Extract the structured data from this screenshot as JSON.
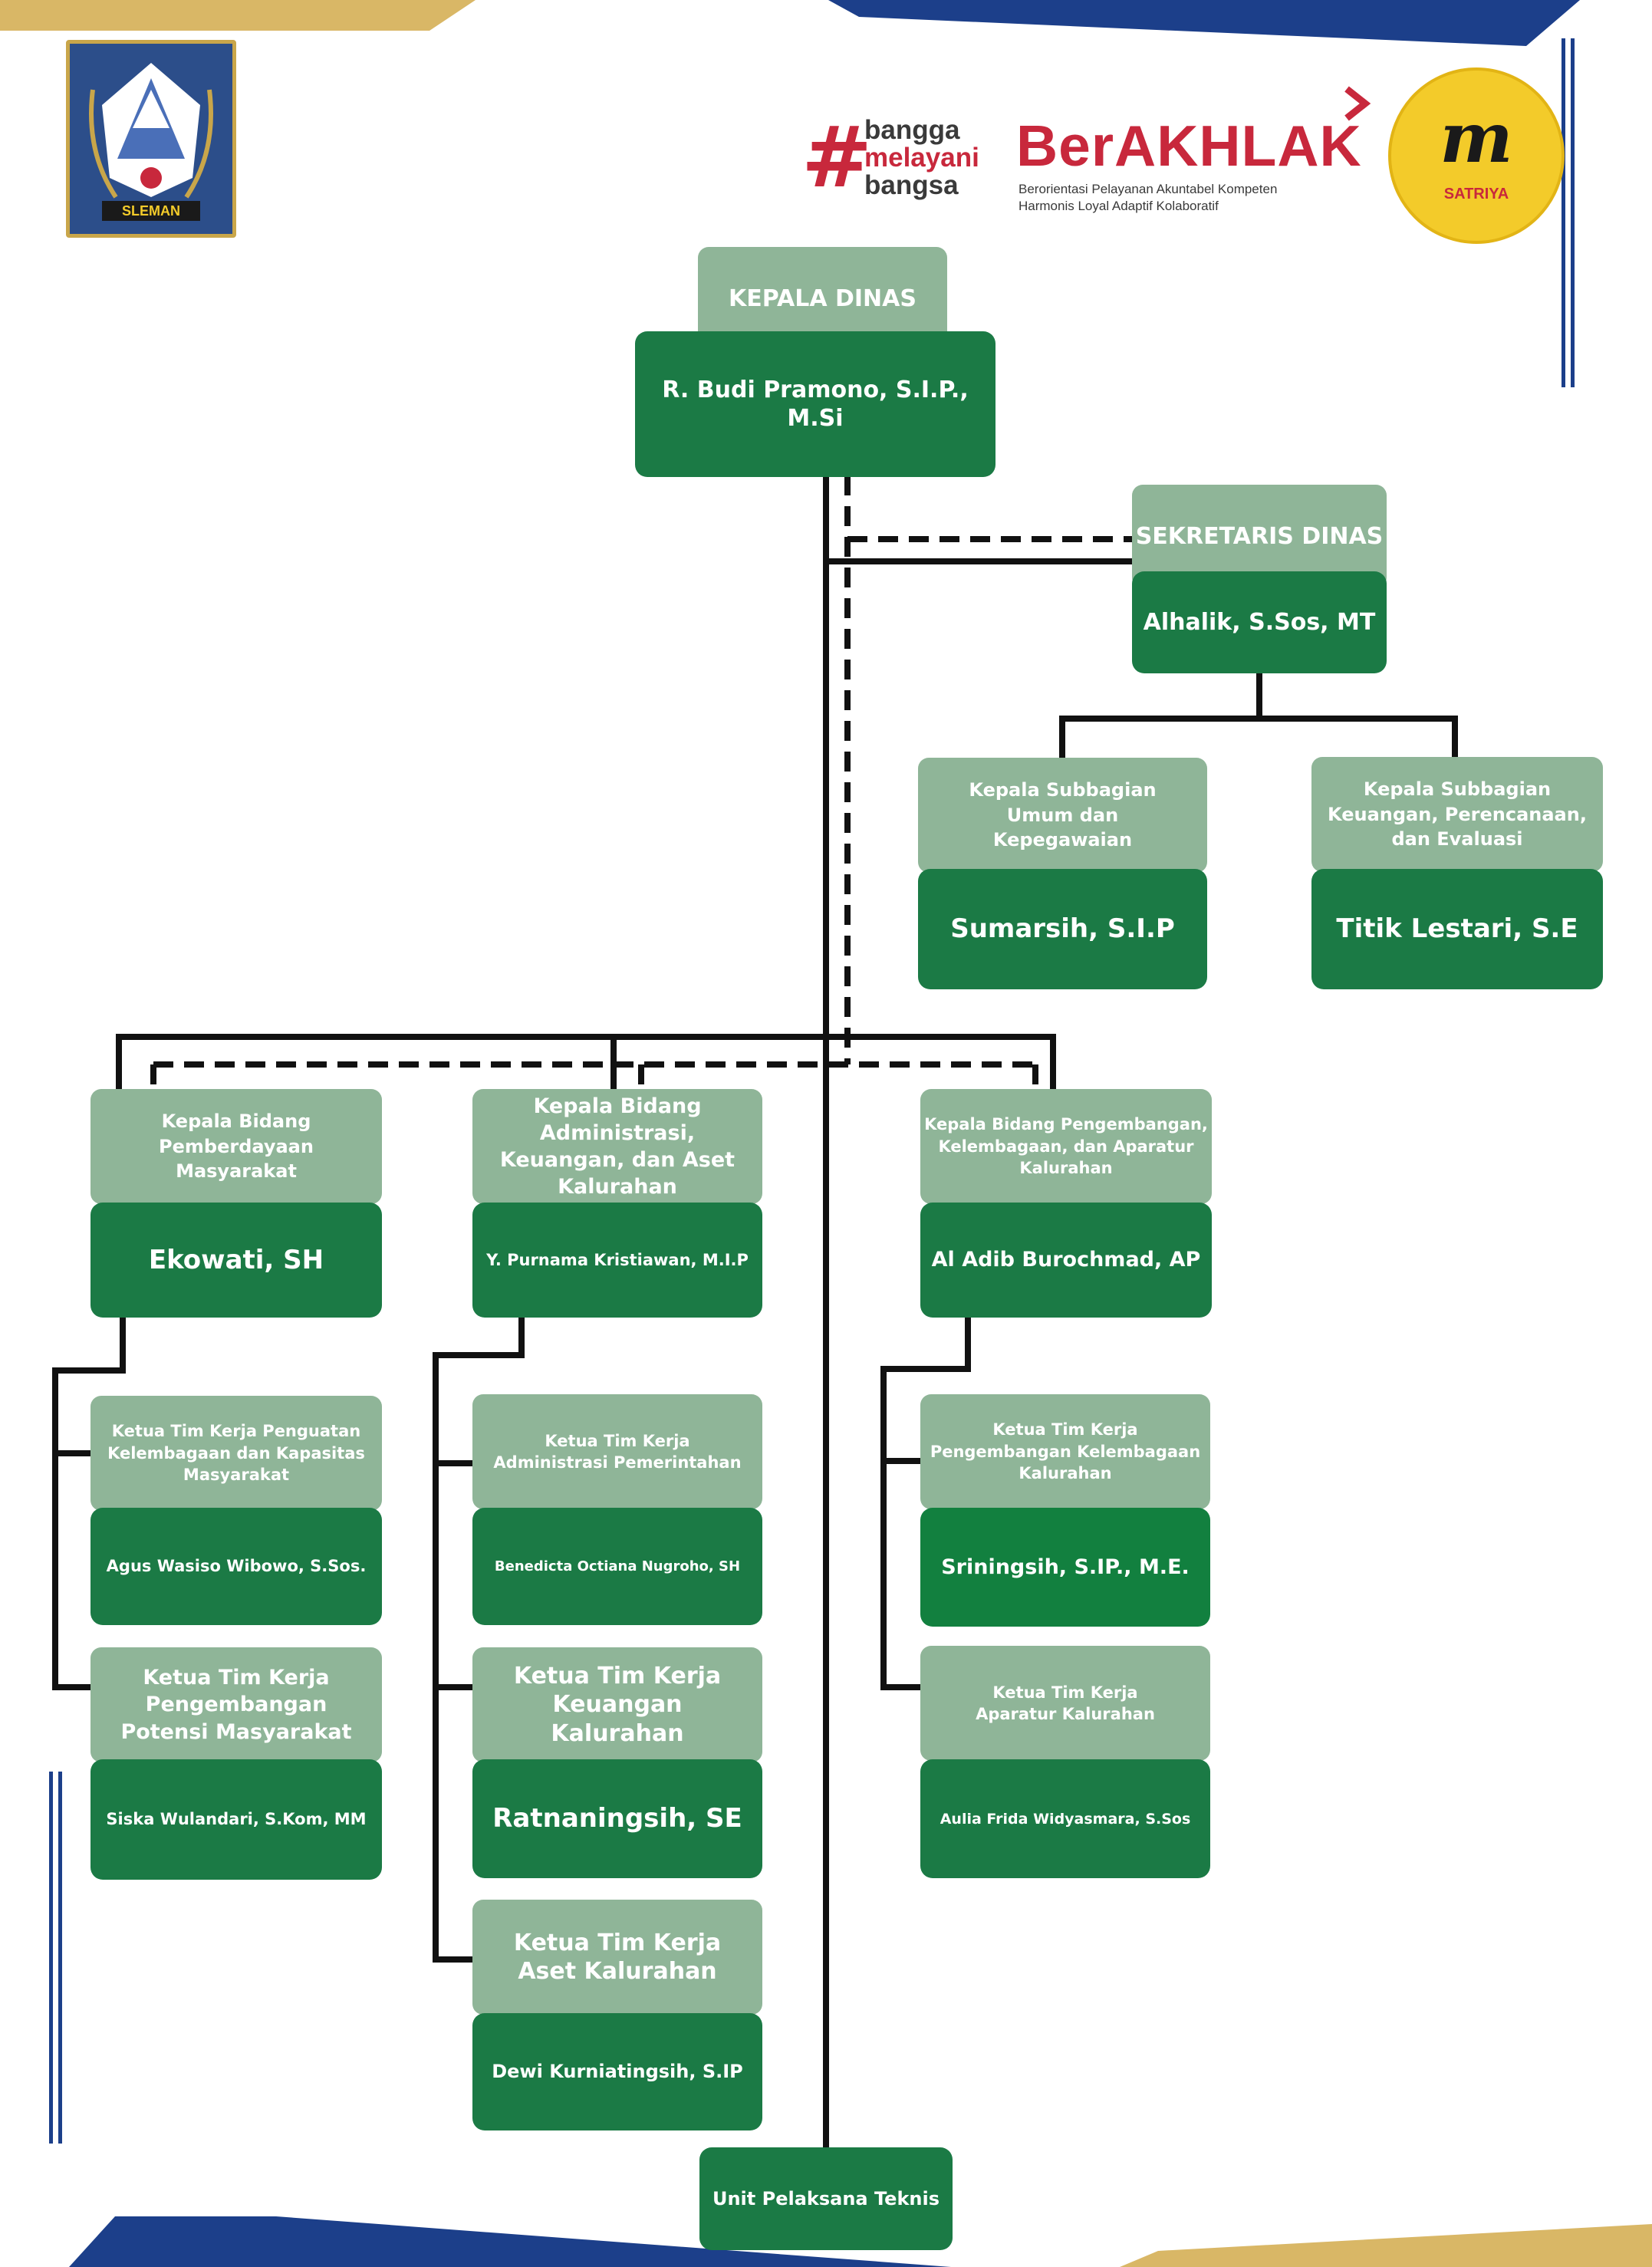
{
  "logos": {
    "sleman_label": "SLEMAN",
    "bangga_hash": "#",
    "bangga_line1": "bangga",
    "bangga_line2": "melayani",
    "bangga_line3": "bangsa",
    "berakhlak_title": "BerAKHLAK",
    "berakhlak_tagline_1": "Berorientasi Pelayanan Akuntabel Kompeten",
    "berakhlak_tagline_2": "Harmonis Loyal Adaptif Kolaboratif",
    "satriya_label": "SATRIYA"
  },
  "colors": {
    "title_box": "#8fb598",
    "name_box": "#1b7a45",
    "line": "#111111",
    "accent_navy": "#1c3f8a",
    "accent_gold": "#c9a64a"
  },
  "org": {
    "kepala": {
      "title": "KEPALA DINAS",
      "name": "R. Budi Pramono, S.I.P., M.Si"
    },
    "sekretaris": {
      "title": "SEKRETARIS DINAS",
      "name": "Alhalik, S.Sos, MT"
    },
    "subbag_umum": {
      "title": "Kepala Subbagian Umum dan Kepegawaian",
      "name": "Sumarsih, S.I.P"
    },
    "subbag_keuangan": {
      "title": "Kepala Subbagian Keuangan, Perencanaan, dan Evaluasi",
      "name": "Titik Lestari, S.E"
    },
    "bidang_pemberdayaan": {
      "title": "Kepala Bidang Pemberdayaan Masyarakat",
      "name": "Ekowati, SH"
    },
    "bidang_administrasi": {
      "title": "Kepala Bidang Administrasi, Keuangan, dan Aset Kalurahan",
      "name": "Y. Purnama Kristiawan, M.I.P"
    },
    "bidang_pengembangan": {
      "title": "Kepala Bidang Pengembangan, Kelembagaan, dan Aparatur Kalurahan",
      "name": "Al Adib Burochmad, AP"
    },
    "tim_penguatan": {
      "title": "Ketua Tim Kerja Penguatan Kelembagaan dan Kapasitas Masyarakat",
      "name": "Agus Wasiso Wibowo, S.Sos."
    },
    "tim_potensi": {
      "title": "Ketua Tim Kerja Pengembangan Potensi Masyarakat",
      "name": "Siska Wulandari, S.Kom, MM"
    },
    "tim_adm_pemerintahan": {
      "title": "Ketua Tim Kerja Administrasi Pemerintahan",
      "name": "Benedicta Octiana Nugroho, SH"
    },
    "tim_keuangan_kal": {
      "title": "Ketua Tim Kerja Keuangan Kalurahan",
      "name": "Ratnaningsih, SE"
    },
    "tim_aset_kal": {
      "title": "Ketua Tim Kerja Aset Kalurahan",
      "name": "Dewi Kurniatingsih, S.IP"
    },
    "tim_pengembangan_kel": {
      "title": "Ketua Tim Kerja Pengembangan Kelembagaan Kalurahan",
      "name": "Sriningsih, S.IP., M.E."
    },
    "tim_aparatur_kal": {
      "title": "Ketua Tim Kerja Aparatur Kalurahan",
      "name": "Aulia Frida Widyasmara, S.Sos"
    },
    "upt": {
      "name": "Unit Pelaksana Teknis"
    }
  }
}
